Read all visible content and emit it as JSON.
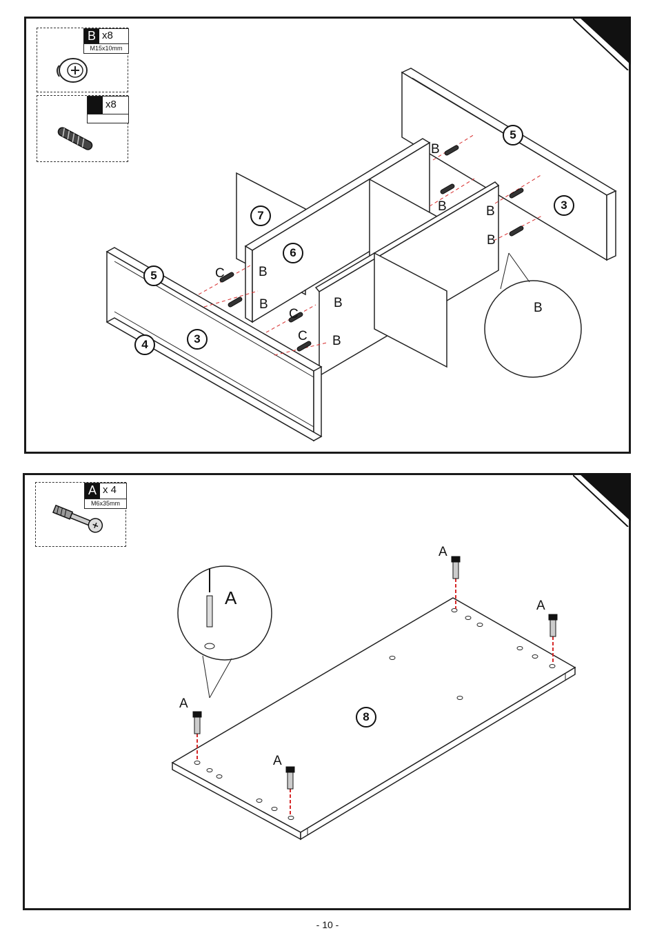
{
  "page_number": "- 10 -",
  "step1": {
    "hardware": [
      {
        "letter": "B",
        "qty": "x8",
        "spec": "M15x10mm",
        "icon": "cam-lock-icon"
      },
      {
        "letter": "",
        "qty": "x8",
        "spec": "",
        "icon": "wooden-dowel-icon"
      }
    ],
    "parts": [
      "5",
      "3",
      "7",
      "6",
      "5",
      "3",
      "4"
    ],
    "letters": {
      "b": "B",
      "c": "C"
    },
    "detail_label": "B"
  },
  "step2": {
    "hardware": [
      {
        "letter": "A",
        "qty": "x 4",
        "spec": "M6x35mm",
        "icon": "cam-bolt-icon"
      }
    ],
    "parts": [
      "8"
    ],
    "letter_a": "A",
    "detail_label": "A"
  },
  "colors": {
    "ink": "#111111",
    "guide": "#d62828"
  }
}
